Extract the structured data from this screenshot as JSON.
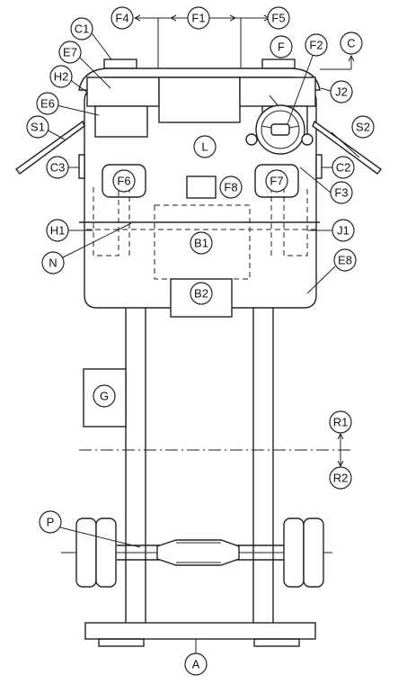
{
  "labels": {
    "A": "A",
    "B1": "B1",
    "B2": "B2",
    "C": "C",
    "C1": "C1",
    "C2": "C2",
    "C3": "C3",
    "E6": "E6",
    "E7": "E7",
    "E8": "E8",
    "F": "F",
    "F1": "F1",
    "F2": "F2",
    "F3": "F3",
    "F4": "F4",
    "F5": "F5",
    "F6": "F6",
    "F7": "F7",
    "F8": "F8",
    "G": "G",
    "H1": "H1",
    "H2": "H2",
    "J1": "J1",
    "J2": "J2",
    "L": "L",
    "N": "N",
    "P": "P",
    "R1": "R1",
    "R2": "R2",
    "S1": "S1",
    "S2": "S2"
  }
}
